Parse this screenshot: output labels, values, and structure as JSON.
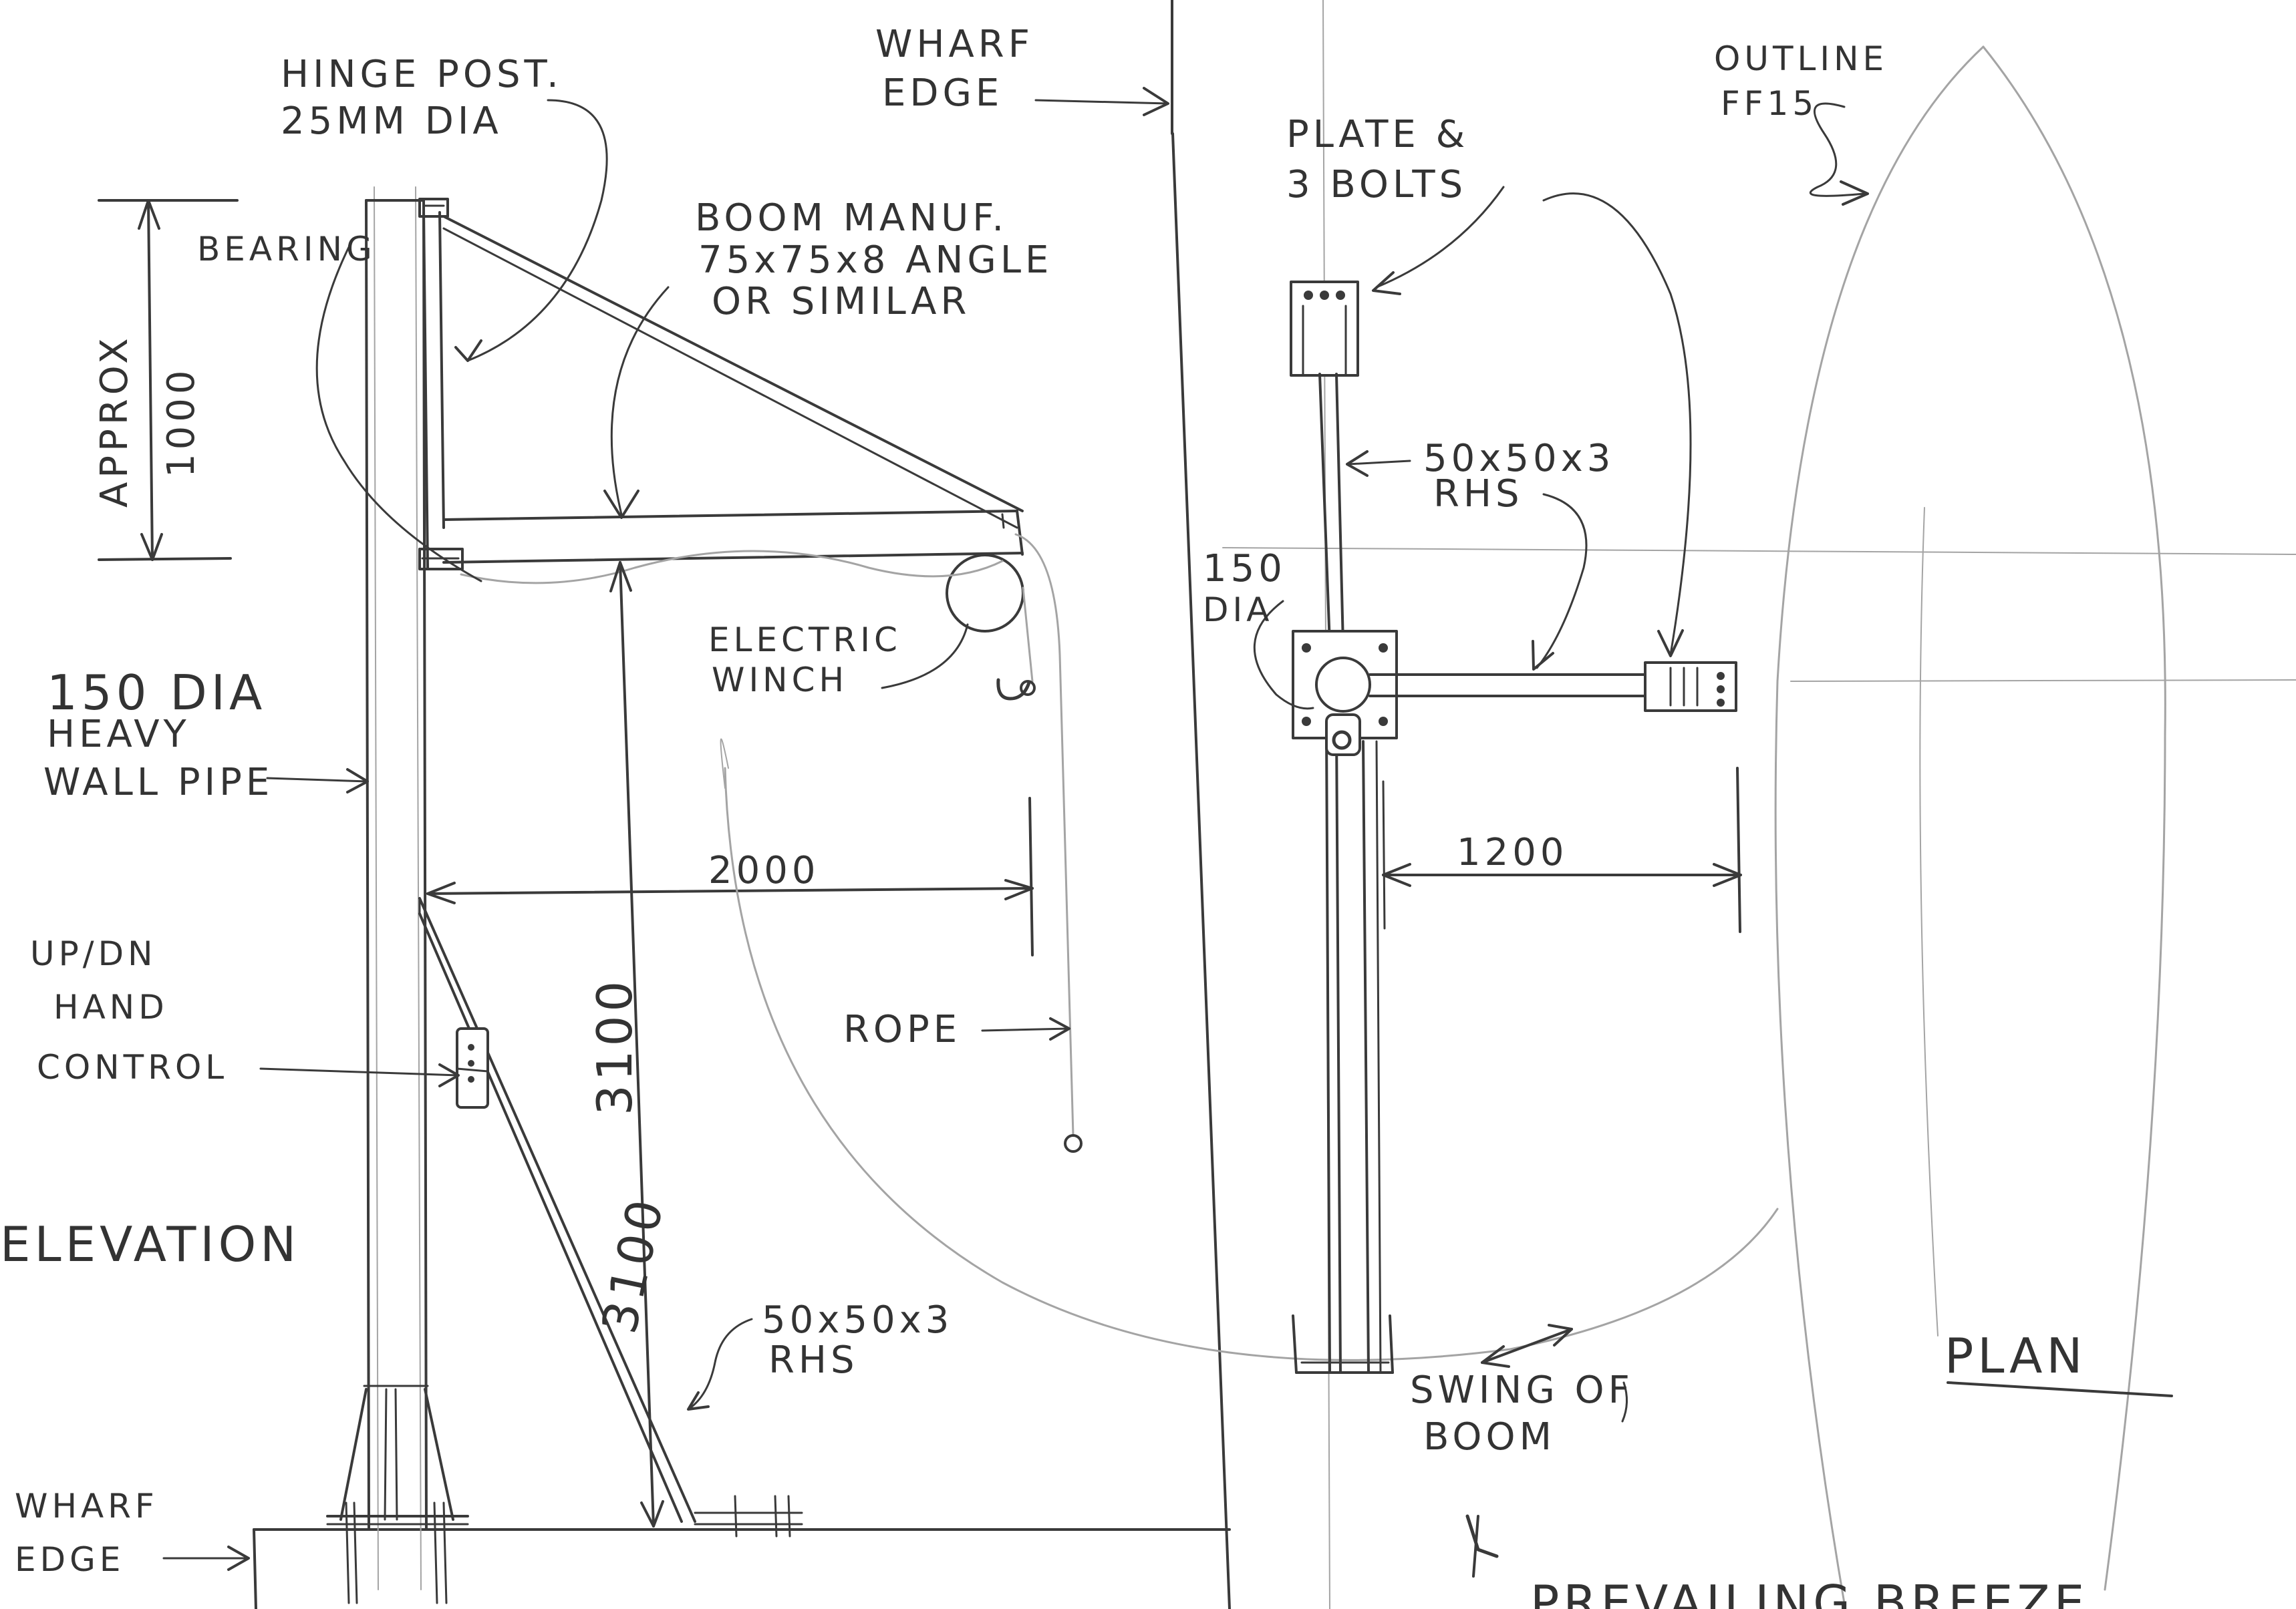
{
  "drawing": {
    "colors": {
      "ink": "#3a3a3a",
      "pencil": "#a4a4a4",
      "paper": "#ffffff"
    },
    "elevation": {
      "view_label": "ELEVATION",
      "hinge_post": [
        "HINGE POST.",
        "25MM DIA"
      ],
      "bearing": "BEARING",
      "boom": [
        "BOOM MANUF.",
        "75x75x8 ANGLE",
        "OR SIMILAR"
      ],
      "approx": [
        "APPROX",
        "1000"
      ],
      "pipe": [
        "150 DIA",
        "HEAVY",
        "WALL PIPE"
      ],
      "winch": [
        "ELECTRIC",
        "WINCH"
      ],
      "span_dim": "2000",
      "height_dim": "3100",
      "strut_dim": "3100",
      "rope": "ROPE",
      "hand_control": [
        "UP/DN",
        "HAND",
        "CONTROL"
      ],
      "strut": [
        "50x50x3",
        "RHS"
      ],
      "wharf_edge": [
        "WHARF",
        "EDGE"
      ]
    },
    "plan": {
      "view_label": "PLAN",
      "wharf_edge": [
        "WHARF",
        "EDGE"
      ],
      "plate": [
        "PLATE &",
        "3 BOLTS"
      ],
      "rhs": [
        "50x50x3",
        "RHS"
      ],
      "dia": [
        "150",
        "DIA"
      ],
      "offset_dim": "1200",
      "swing": [
        "SWING OF",
        "BOOM"
      ],
      "outline": [
        "OUTLINE",
        "FF15"
      ],
      "breeze": "PREVAILING BREEZE"
    }
  }
}
